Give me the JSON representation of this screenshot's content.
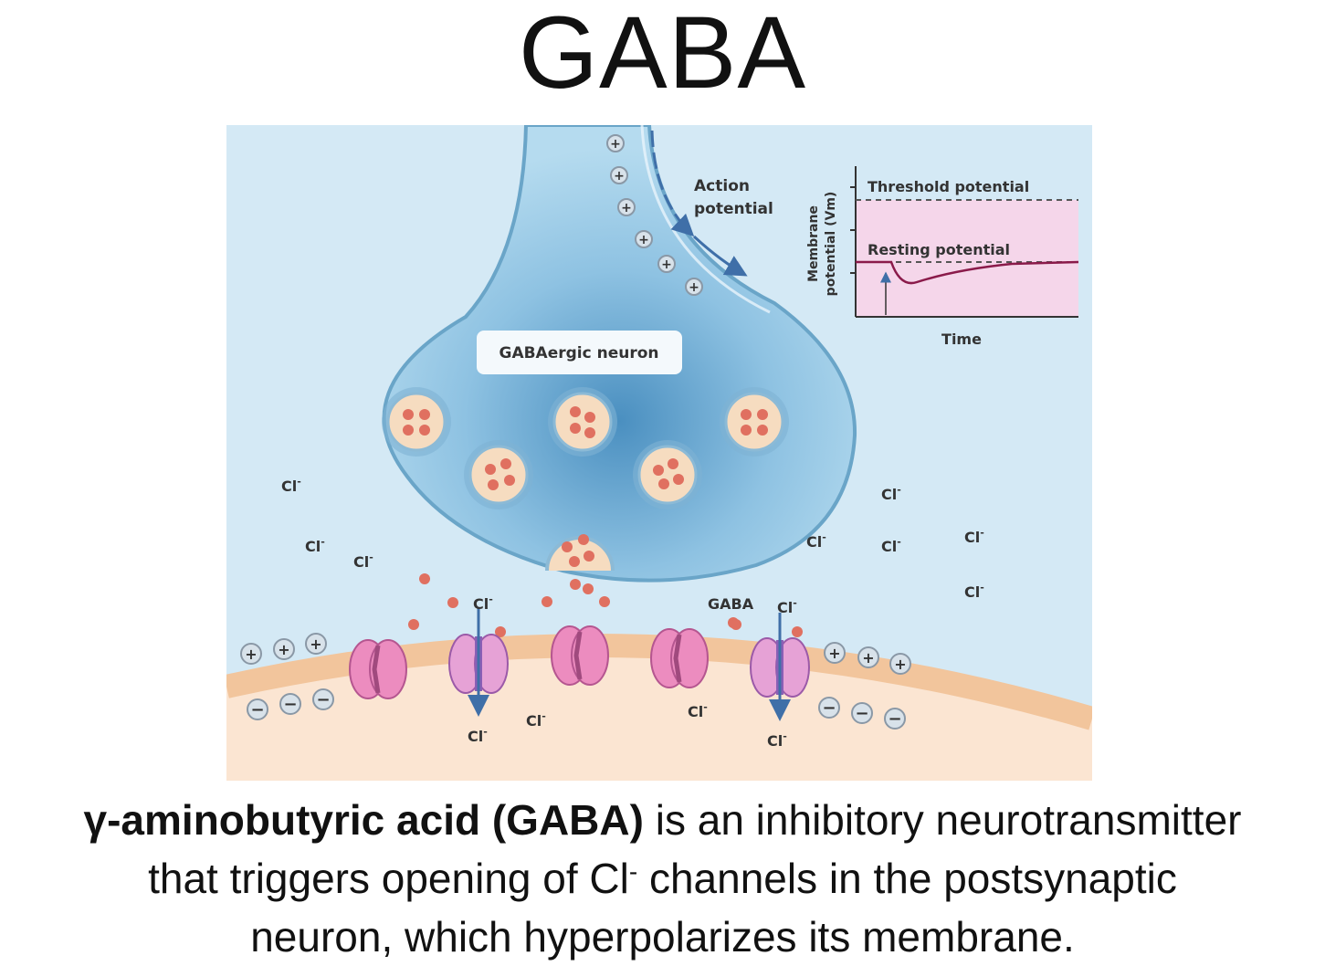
{
  "title": "GABA",
  "diagram": {
    "action_potential_line1": "Action",
    "action_potential_line2": "potential",
    "neuron_label": "GABAergic neuron",
    "gaba_label": "GABA",
    "chloride_symbol": "Cl",
    "ion_charge": "-",
    "plus_sign": "+",
    "minus_sign": "−",
    "graph": {
      "ylabel_line1": "Membrane",
      "ylabel_line2": "potential (Vm)",
      "threshold_label": "Threshold potential",
      "resting_label": "Resting potential",
      "xlabel": "Time"
    },
    "colors": {
      "background": "#d4e9f5",
      "neuron_fill": "#a9d3ea",
      "neuron_edge": "#6aa5c8",
      "membrane": "#f2c59c",
      "postsynaptic": "#fbe5d2",
      "vesicle": "#f6dcc0",
      "gaba_molecule": "#e07060",
      "channel": "#ec8cbf",
      "graph_fill": "#f5d6ea",
      "arrow": "#3f6fa8"
    }
  },
  "caption": {
    "bold_part": "γ-aminobutyric acid (GABA)",
    "line1_rest": " is an inhibitory neurotransmitter",
    "line2_before": "that triggers opening of Cl",
    "line2_sup": "-",
    "line2_after": " channels in the postsynaptic",
    "line3": "neuron, which hyperpolarizes its membrane."
  }
}
